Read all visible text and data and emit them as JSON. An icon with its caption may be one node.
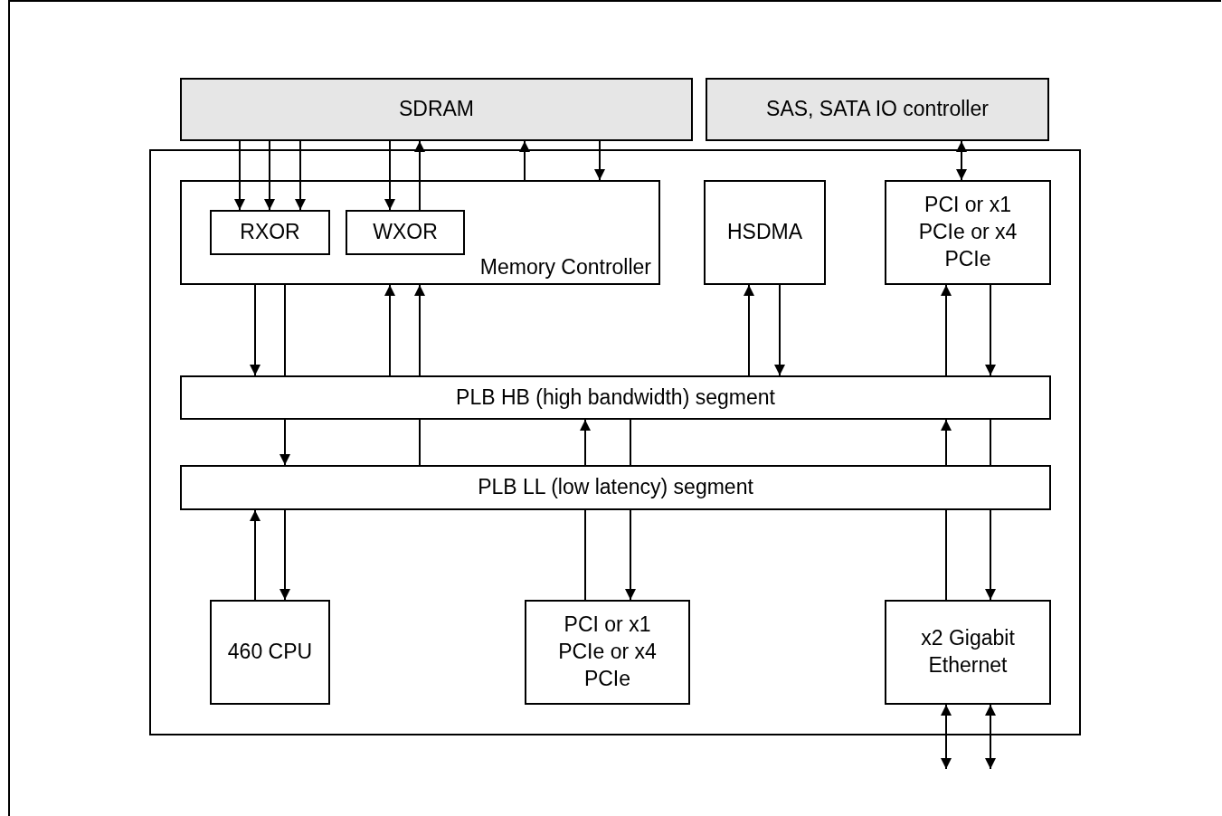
{
  "diagram": {
    "nodes": [
      {
        "text": [
          "SDRAM"
        ]
      },
      {
        "text": [
          "SAS, SATA IO controller"
        ]
      },
      {
        "text": [],
        "shape": "box"
      },
      {
        "text": [
          "Memory Controller"
        ],
        "in": 2
      },
      {
        "text": [
          "RXOR"
        ],
        "in": 3
      },
      {
        "text": [
          "WXOR"
        ],
        "in": 3
      },
      {
        "text": [
          "HSDMA"
        ],
        "in": 2
      },
      {
        "text": [
          "PCI or x1 PCIe or x4 PCIe"
        ],
        "in": 2
      },
      {
        "text": [
          "PLB HB (high bandwidth) segment"
        ],
        "in": 2
      },
      {
        "text": [
          "PLB LL (low latency) segment"
        ],
        "in": 2
      },
      {
        "text": [
          "460 CPU"
        ],
        "in": 2
      },
      {
        "text": [
          "PCI or x1 PCIe or x4 PCIe"
        ],
        "in": 2
      },
      {
        "text": [
          "x2 Gigabit Ethernet"
        ],
        "in": 2
      }
    ],
    "edges": [
      {
        "from": 0,
        "to": 4,
        "arrow": "to"
      },
      {
        "from": 0,
        "to": 4,
        "arrow": "to"
      },
      {
        "from": 0,
        "to": 4,
        "arrow": "to"
      },
      {
        "from": 0,
        "to": 5,
        "arrow": "to"
      },
      {
        "from": 5,
        "to": 0,
        "arrow": "to"
      },
      {
        "from": 3,
        "to": 0,
        "arrow": "to"
      },
      {
        "from": 0,
        "to": 3,
        "arrow": "to"
      },
      {
        "from": 1,
        "to": 7,
        "arrow": "both"
      },
      {
        "from": 3,
        "to": 8,
        "arrow": "to"
      },
      {
        "from": 3,
        "to": 8,
        "arrow": "none"
      },
      {
        "from": 8,
        "to": 3,
        "arrow": "to"
      },
      {
        "from": 8,
        "to": 3,
        "arrow": "to"
      },
      {
        "from": 8,
        "to": 6,
        "arrow": "to"
      },
      {
        "from": 6,
        "to": 8,
        "arrow": "to"
      },
      {
        "from": 8,
        "to": 7,
        "arrow": "to"
      },
      {
        "from": 7,
        "to": 8,
        "arrow": "to"
      },
      {
        "from": 11,
        "to": 9,
        "arrow": "none"
      },
      {
        "from": 9,
        "to": 11,
        "arrow": "to"
      },
      {
        "from": 12,
        "to": 9,
        "arrow": "none"
      },
      {
        "from": 9,
        "to": 12,
        "arrow": "to"
      },
      {
        "from": 8,
        "to": 9,
        "arrow": "to"
      },
      {
        "from": 9,
        "to": 8,
        "arrow": "none"
      },
      {
        "from": 9,
        "to": 8,
        "arrow": "to"
      },
      {
        "from": 8,
        "to": 9,
        "arrow": "none"
      },
      {
        "from": 9,
        "to": 8,
        "arrow": "to"
      },
      {
        "from": 8,
        "to": 9,
        "arrow": "none"
      },
      {
        "from": 10,
        "to": 9,
        "arrow": "to"
      },
      {
        "from": 9,
        "to": 10,
        "arrow": "to"
      },
      {
        "from": 12,
        "to": null,
        "arrow": "both"
      },
      {
        "from": 12,
        "to": null,
        "arrow": "both"
      }
    ]
  }
}
